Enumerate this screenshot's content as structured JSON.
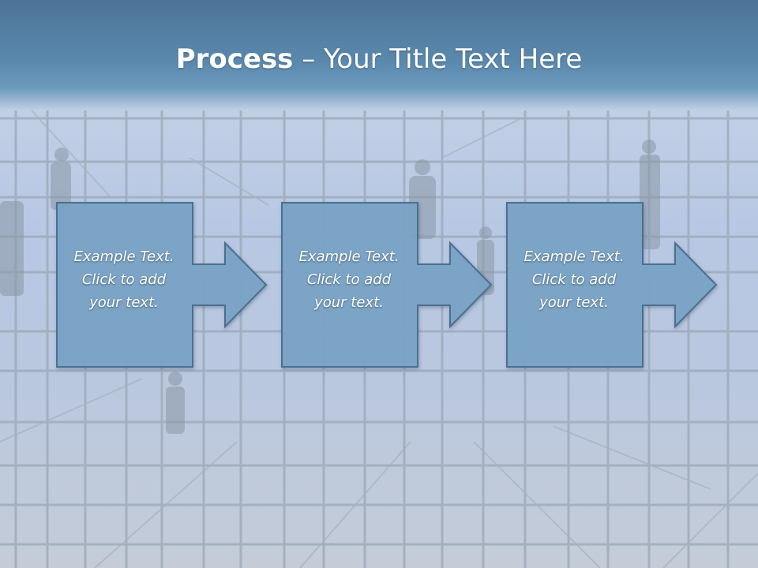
{
  "title": {
    "bold": "Process",
    "rest": " – Your Title Text Here"
  },
  "steps": [
    {
      "line1": "Example Text.",
      "line2": "Click  to add",
      "line3": "your text."
    },
    {
      "line1": "Example Text.",
      "line2": "Click  to add",
      "line3": "your text."
    },
    {
      "line1": "Example Text.",
      "line2": "Click  to add",
      "line3": "your text."
    }
  ],
  "colors": {
    "title_band": "#5a88ad",
    "box_fill": "#7aa4c7",
    "box_stroke": "#4c6f8f",
    "text": "#ffffff"
  }
}
